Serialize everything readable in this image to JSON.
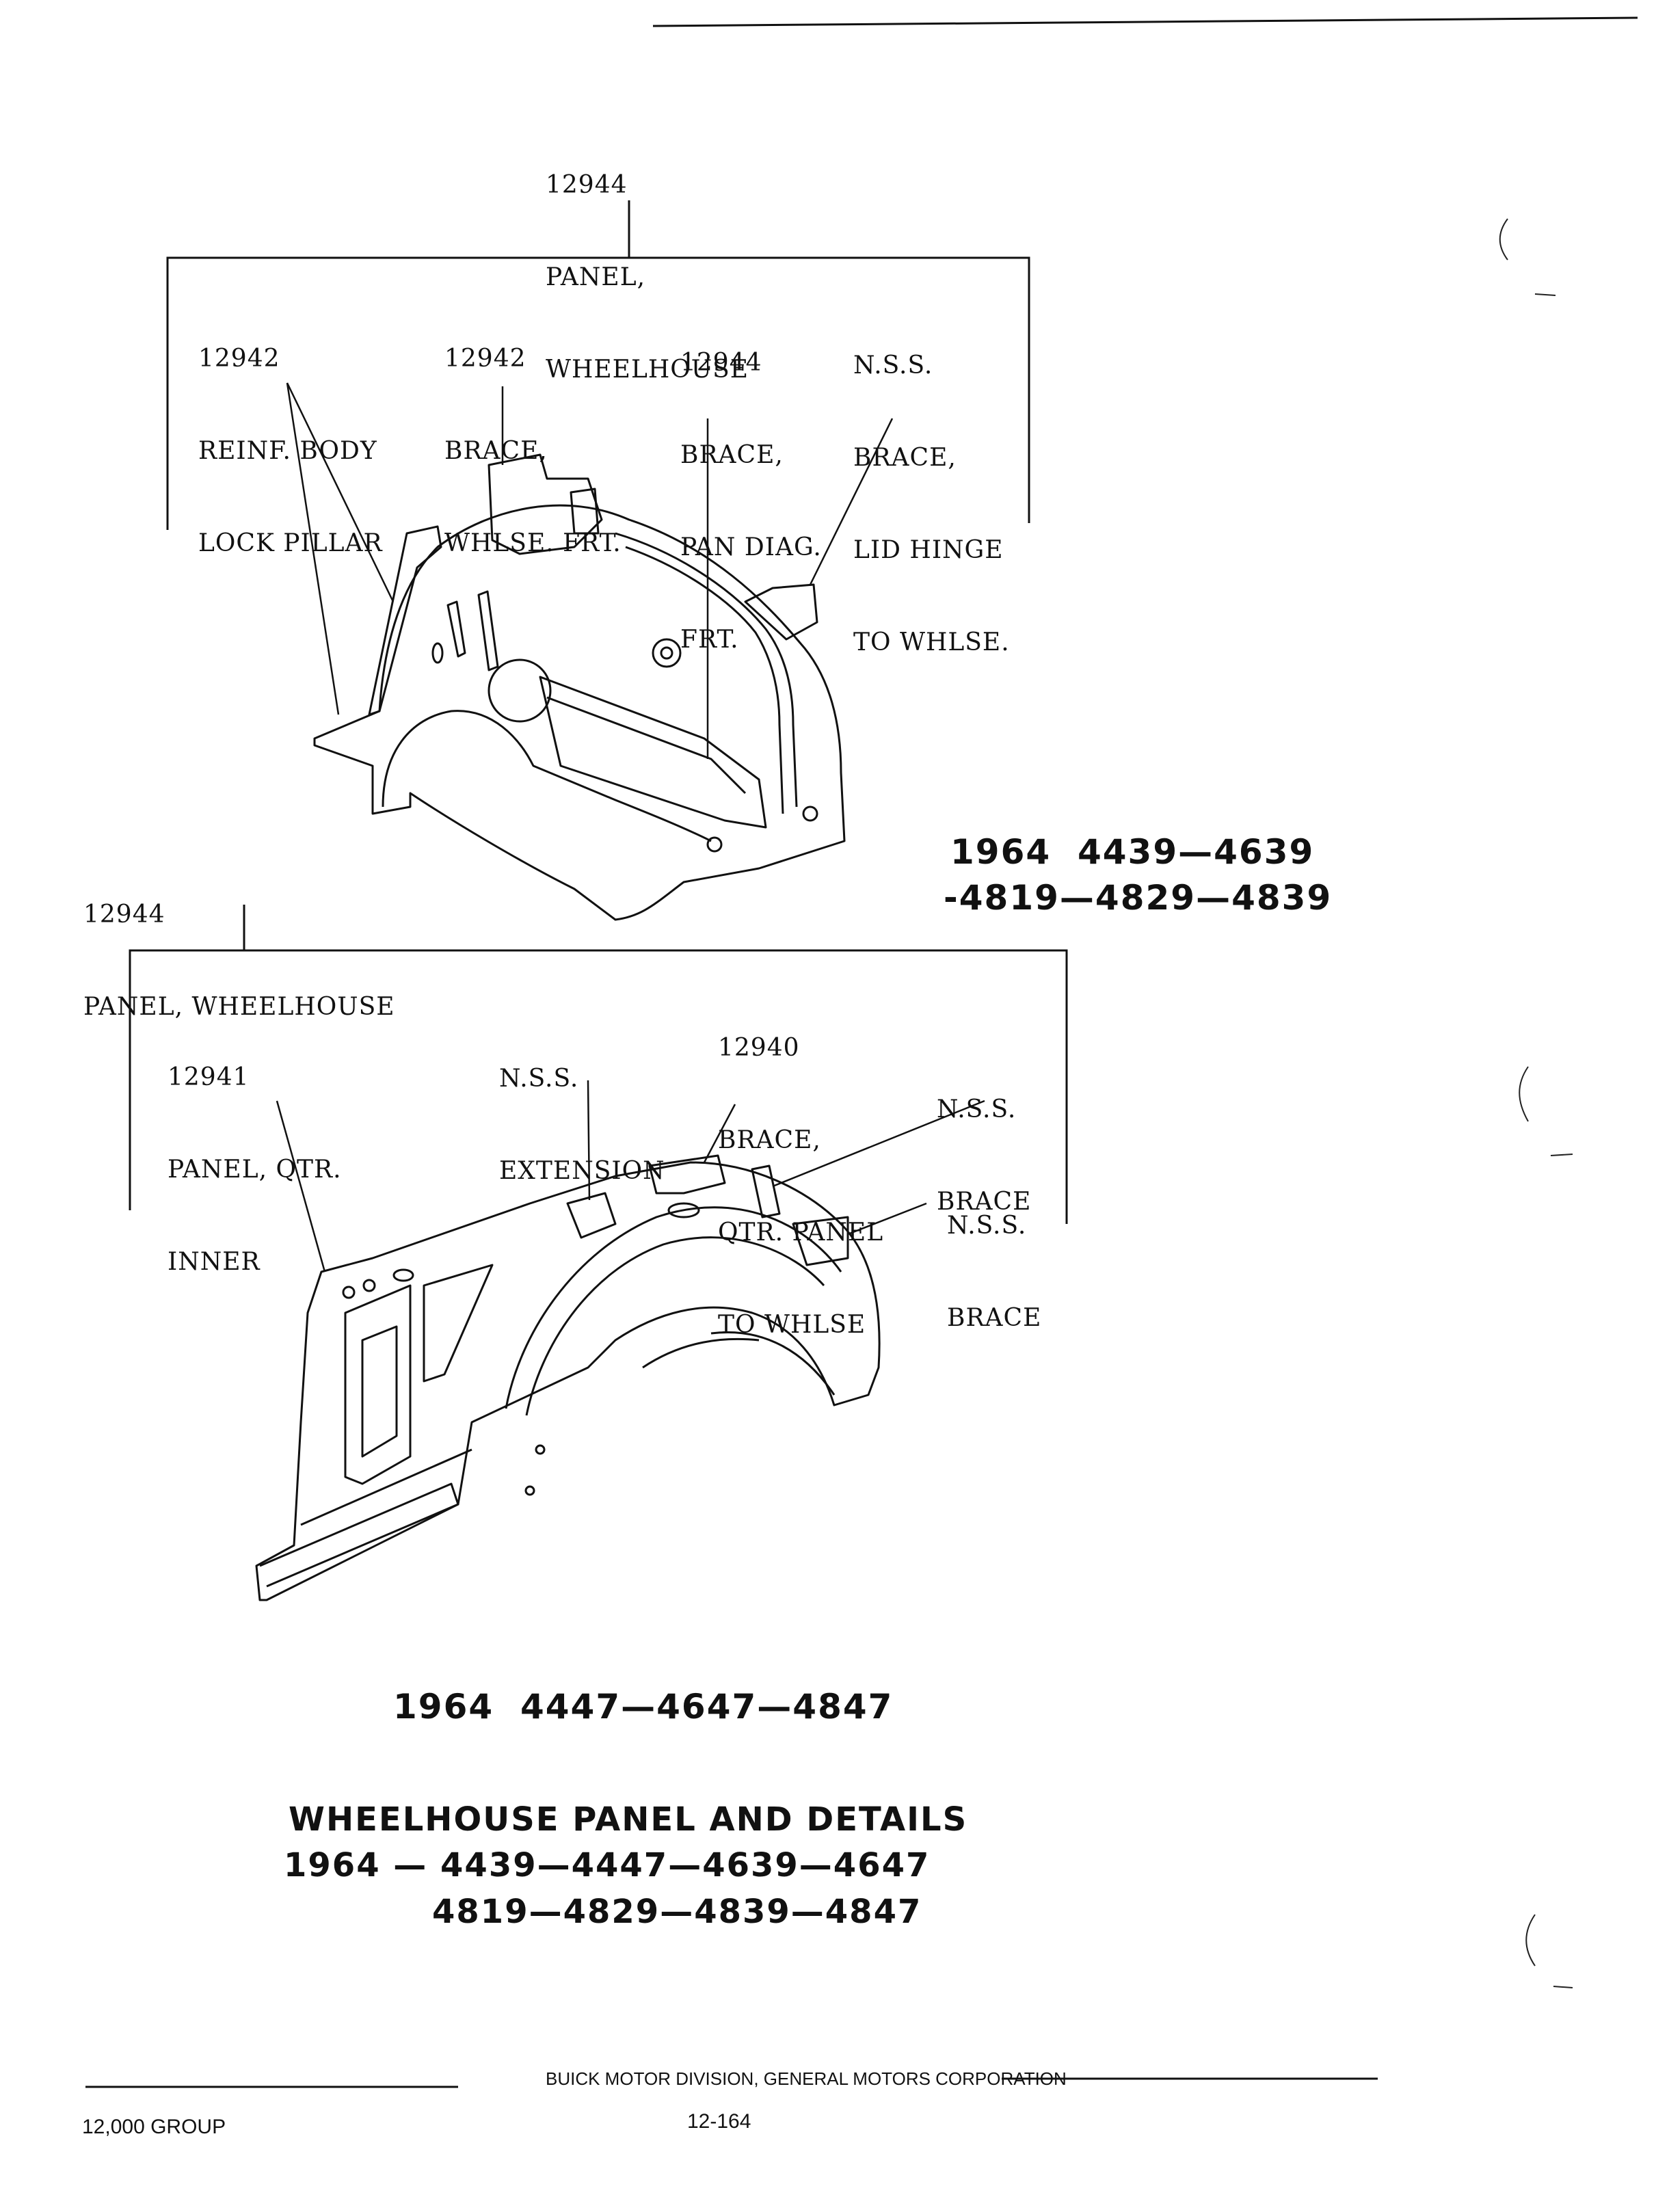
{
  "top_diagram": {
    "heading": {
      "part": "12944",
      "line1": "PANEL,",
      "line2": "WHEELHOUSE"
    },
    "callouts": [
      {
        "part": "12942",
        "line1": "REINF. BODY",
        "line2": "LOCK PILLAR",
        "line3": ""
      },
      {
        "part": "12942",
        "line1": "BRACE,",
        "line2": "WHLSE. FRT.",
        "line3": ""
      },
      {
        "part": "12944",
        "line1": "BRACE,",
        "line2": "PAN DIAG.",
        "line3": "FRT."
      },
      {
        "part": "N.S.S.",
        "line1": "BRACE,",
        "line2": "LID HINGE",
        "line3": "TO WHLSE."
      }
    ],
    "models_line1": "1964  4439—4639",
    "models_line2": "-4819—4829—4839"
  },
  "bottom_diagram": {
    "heading": {
      "part": "12944",
      "line1": "PANEL, WHEELHOUSE"
    },
    "callouts": [
      {
        "part": "12941",
        "line1": "PANEL, QTR.",
        "line2": "INNER",
        "line3": ""
      },
      {
        "part": "N.S.S.",
        "line1": "EXTENSION",
        "line2": "",
        "line3": ""
      },
      {
        "part": "12940",
        "line1": "BRACE,",
        "line2": "QTR. PANEL",
        "line3": "TO WHLSE"
      },
      {
        "part": "N.S.S.",
        "line1": "BRACE",
        "line2": "",
        "line3": ""
      },
      {
        "part": "N.S.S.",
        "line1": "BRACE",
        "line2": "",
        "line3": ""
      }
    ],
    "models_line1": "1964  4447—4647—4847"
  },
  "title": {
    "line1": "WHEELHOUSE PANEL AND DETAILS",
    "line2": "1964 — 4439—4447—4639—4647",
    "line3": "4819—4829—4839—4847"
  },
  "footer": {
    "corporation": "BUICK MOTOR DIVISION, GENERAL MOTORS CORPORATION",
    "group": "12,000 GROUP",
    "page_number": "12-164"
  },
  "colors": {
    "ink": "#111111",
    "paper": "#ffffff"
  }
}
